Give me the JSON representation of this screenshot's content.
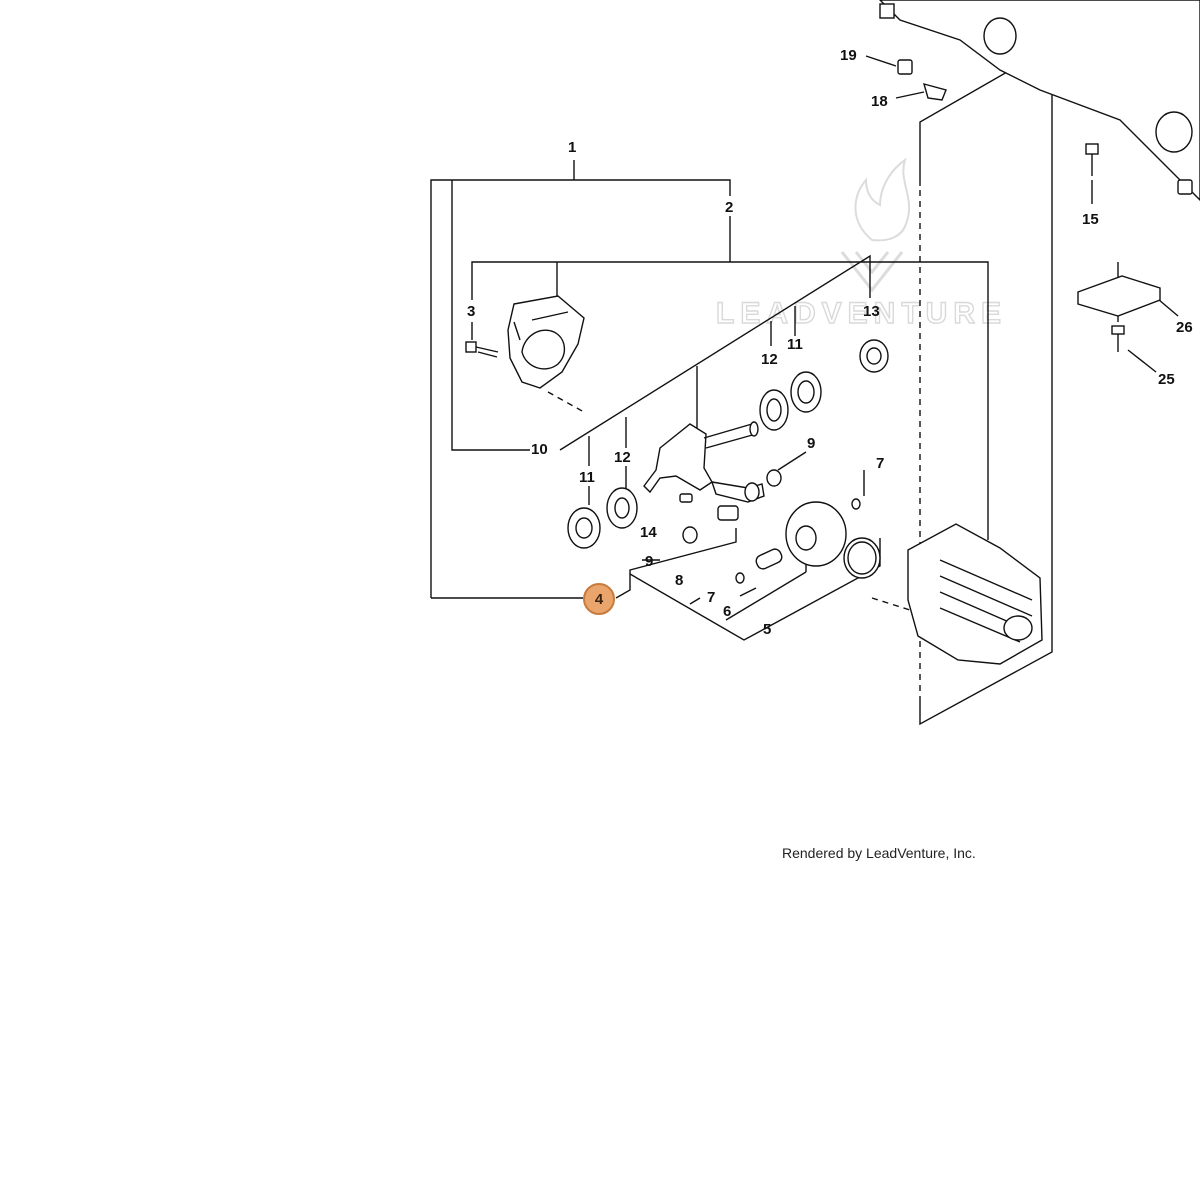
{
  "watermark": {
    "text": "LEADVENTURE"
  },
  "credit": "Rendered by LeadVenture, Inc.",
  "selected_callout": "4",
  "callouts": {
    "c1": "1",
    "c2": "2",
    "c3": "3",
    "c4": "4",
    "c5": "5",
    "c6": "6",
    "c7a": "7",
    "c7b": "7",
    "c8": "8",
    "c9a": "9",
    "c9b": "9",
    "c10": "10",
    "c11a": "11",
    "c11b": "11",
    "c12a": "12",
    "c12b": "12",
    "c13": "13",
    "c14": "14",
    "c15": "15",
    "c18": "18",
    "c19": "19",
    "c25": "25",
    "c26": "26"
  }
}
